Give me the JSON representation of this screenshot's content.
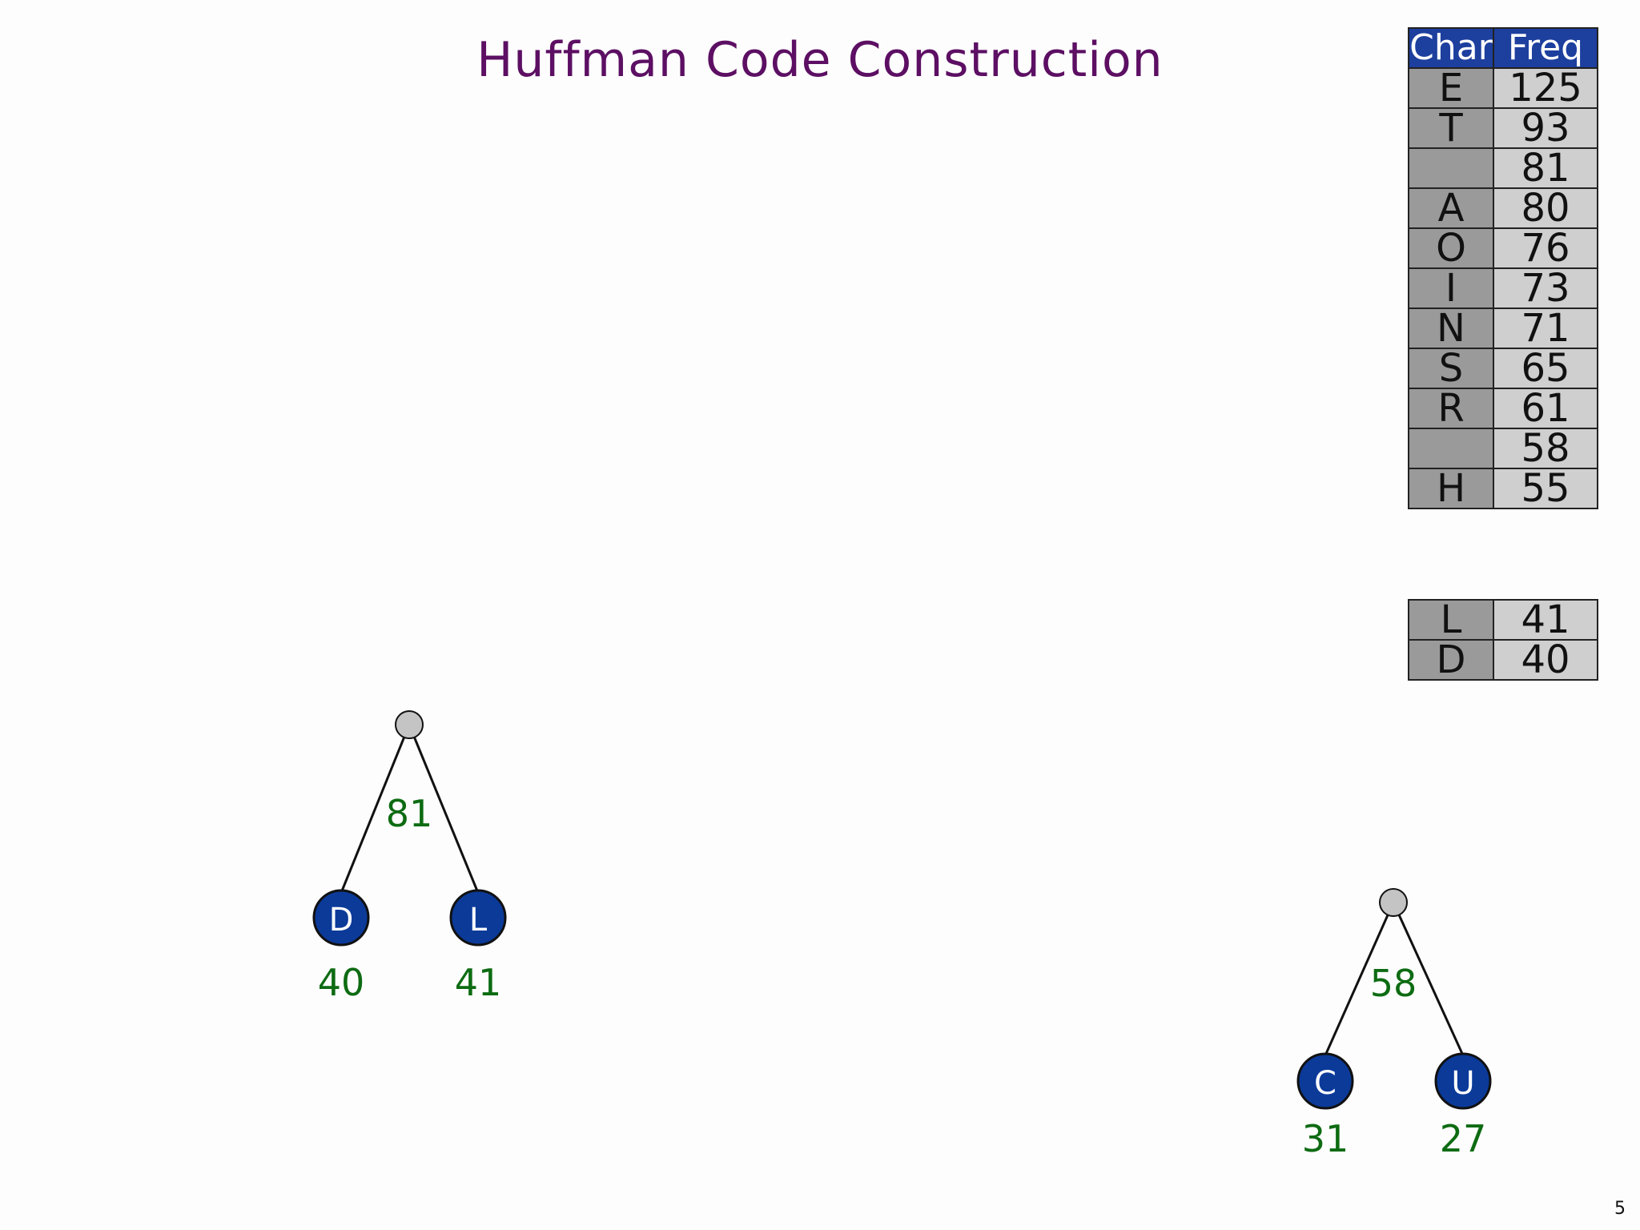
{
  "title": "Huffman Code Construction",
  "table": {
    "headers": [
      "Char",
      "Freq"
    ],
    "rows": [
      {
        "char": "E",
        "freq": "125"
      },
      {
        "char": "T",
        "freq": "93"
      },
      {
        "char": "",
        "freq": "81"
      },
      {
        "char": "A",
        "freq": "80"
      },
      {
        "char": "O",
        "freq": "76"
      },
      {
        "char": "I",
        "freq": "73"
      },
      {
        "char": "N",
        "freq": "71"
      },
      {
        "char": "S",
        "freq": "65"
      },
      {
        "char": "R",
        "freq": "61"
      },
      {
        "char": "",
        "freq": "58"
      },
      {
        "char": "H",
        "freq": "55"
      }
    ]
  },
  "queue": {
    "rows": [
      {
        "char": "L",
        "freq": "41"
      },
      {
        "char": "D",
        "freq": "40"
      }
    ]
  },
  "trees": [
    {
      "root_weight": "81",
      "left": {
        "letter": "D",
        "weight": "40"
      },
      "right": {
        "letter": "L",
        "weight": "41"
      }
    },
    {
      "root_weight": "58",
      "left": {
        "letter": "C",
        "weight": "31"
      },
      "right": {
        "letter": "U",
        "weight": "27"
      }
    }
  ],
  "colors": {
    "title": "#5c0f63",
    "leaf_node": "#0b3a99",
    "internal_node": "#c4c4c4",
    "weight_text": "#0d6b12",
    "header_bg": "#1d3f9e"
  },
  "page_number": "5"
}
